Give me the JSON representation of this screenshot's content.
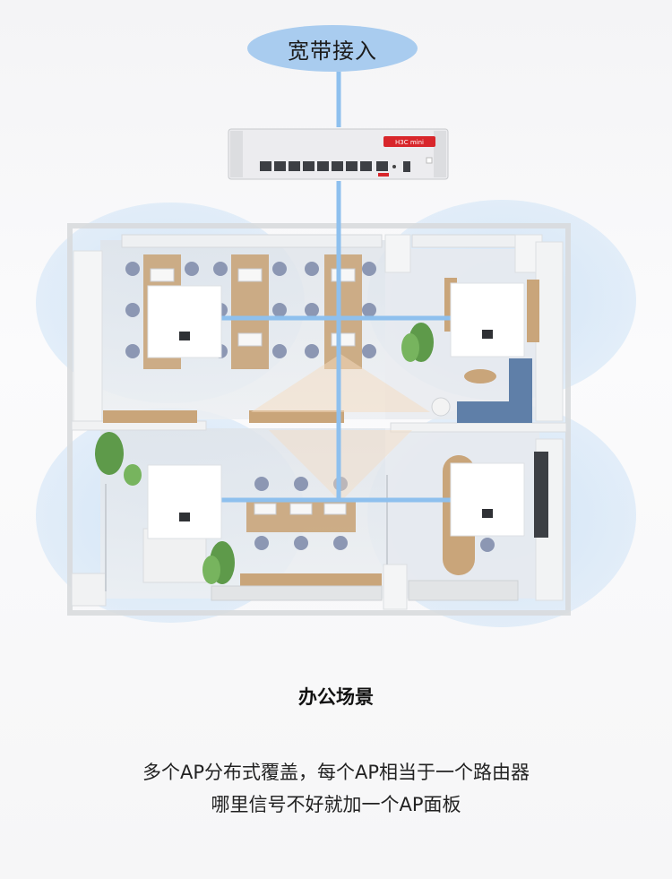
{
  "top": {
    "label": "宽带接入"
  },
  "router": {
    "brand": "H3C mini"
  },
  "aps": [
    {
      "name": "ap-top-left"
    },
    {
      "name": "ap-top-right"
    },
    {
      "name": "ap-bottom-left"
    },
    {
      "name": "ap-bottom-right"
    }
  ],
  "caption": {
    "title": "办公场景",
    "line1": "多个AP分布式覆盖，每个AP相当于一个路由器",
    "line2": "哪里信号不好就加一个AP面板"
  },
  "colors": {
    "link": "#8ec0ee",
    "coverage": "#d3e6f8",
    "pill": "#a9ccef",
    "wood": "#c9a57a"
  }
}
